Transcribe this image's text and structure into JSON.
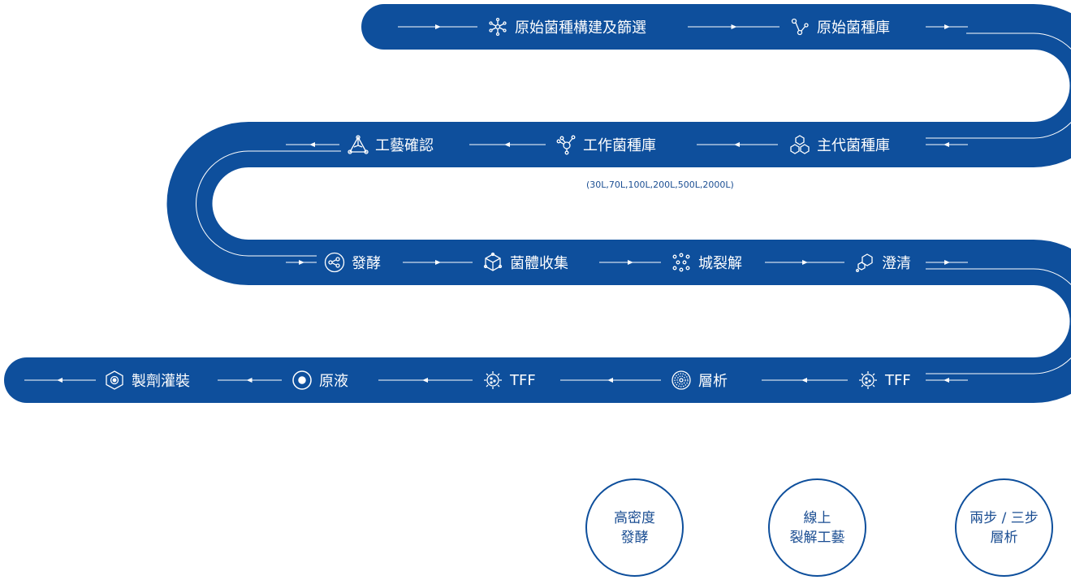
{
  "colors": {
    "band": "#0e4f9c",
    "line": "#ffffff",
    "text_dark": "#1a4d92"
  },
  "row1": [
    {
      "label": "原始菌種構建及篩選",
      "icon": "snowflake-cells-icon"
    },
    {
      "label": "原始菌種庫",
      "icon": "molecule-branch-icon"
    }
  ],
  "row2": [
    {
      "label": "主代菌種庫",
      "icon": "hexagon-cluster-icon"
    },
    {
      "label": "工作菌種庫",
      "icon": "network-node-icon"
    },
    {
      "label": "工藝確認",
      "icon": "triangle-nodes-icon"
    }
  ],
  "row2_note": "(30L,70L,100L,200L,500L,2000L)",
  "row3": [
    {
      "label": "發酵",
      "icon": "circle-molecule-icon"
    },
    {
      "label": "菌體收集",
      "icon": "cube-nodes-icon"
    },
    {
      "label": "城裂解",
      "icon": "scatter-dots-icon"
    },
    {
      "label": "澄清",
      "icon": "hexagon-link-icon"
    }
  ],
  "row4": [
    {
      "label": "TFF",
      "icon": "virus-burst-icon"
    },
    {
      "label": "層析",
      "icon": "texture-disc-icon"
    },
    {
      "label": "TFF",
      "icon": "virus-burst-icon"
    },
    {
      "label": "原液",
      "icon": "ring-dot-icon"
    },
    {
      "label": "製劑灌裝",
      "icon": "hex-target-icon"
    }
  ],
  "features": [
    {
      "line1": "高密度",
      "line2": "發酵"
    },
    {
      "line1": "線上",
      "line2": "裂解工藝"
    },
    {
      "line1": "兩步 / 三步",
      "line2": "層析"
    }
  ]
}
